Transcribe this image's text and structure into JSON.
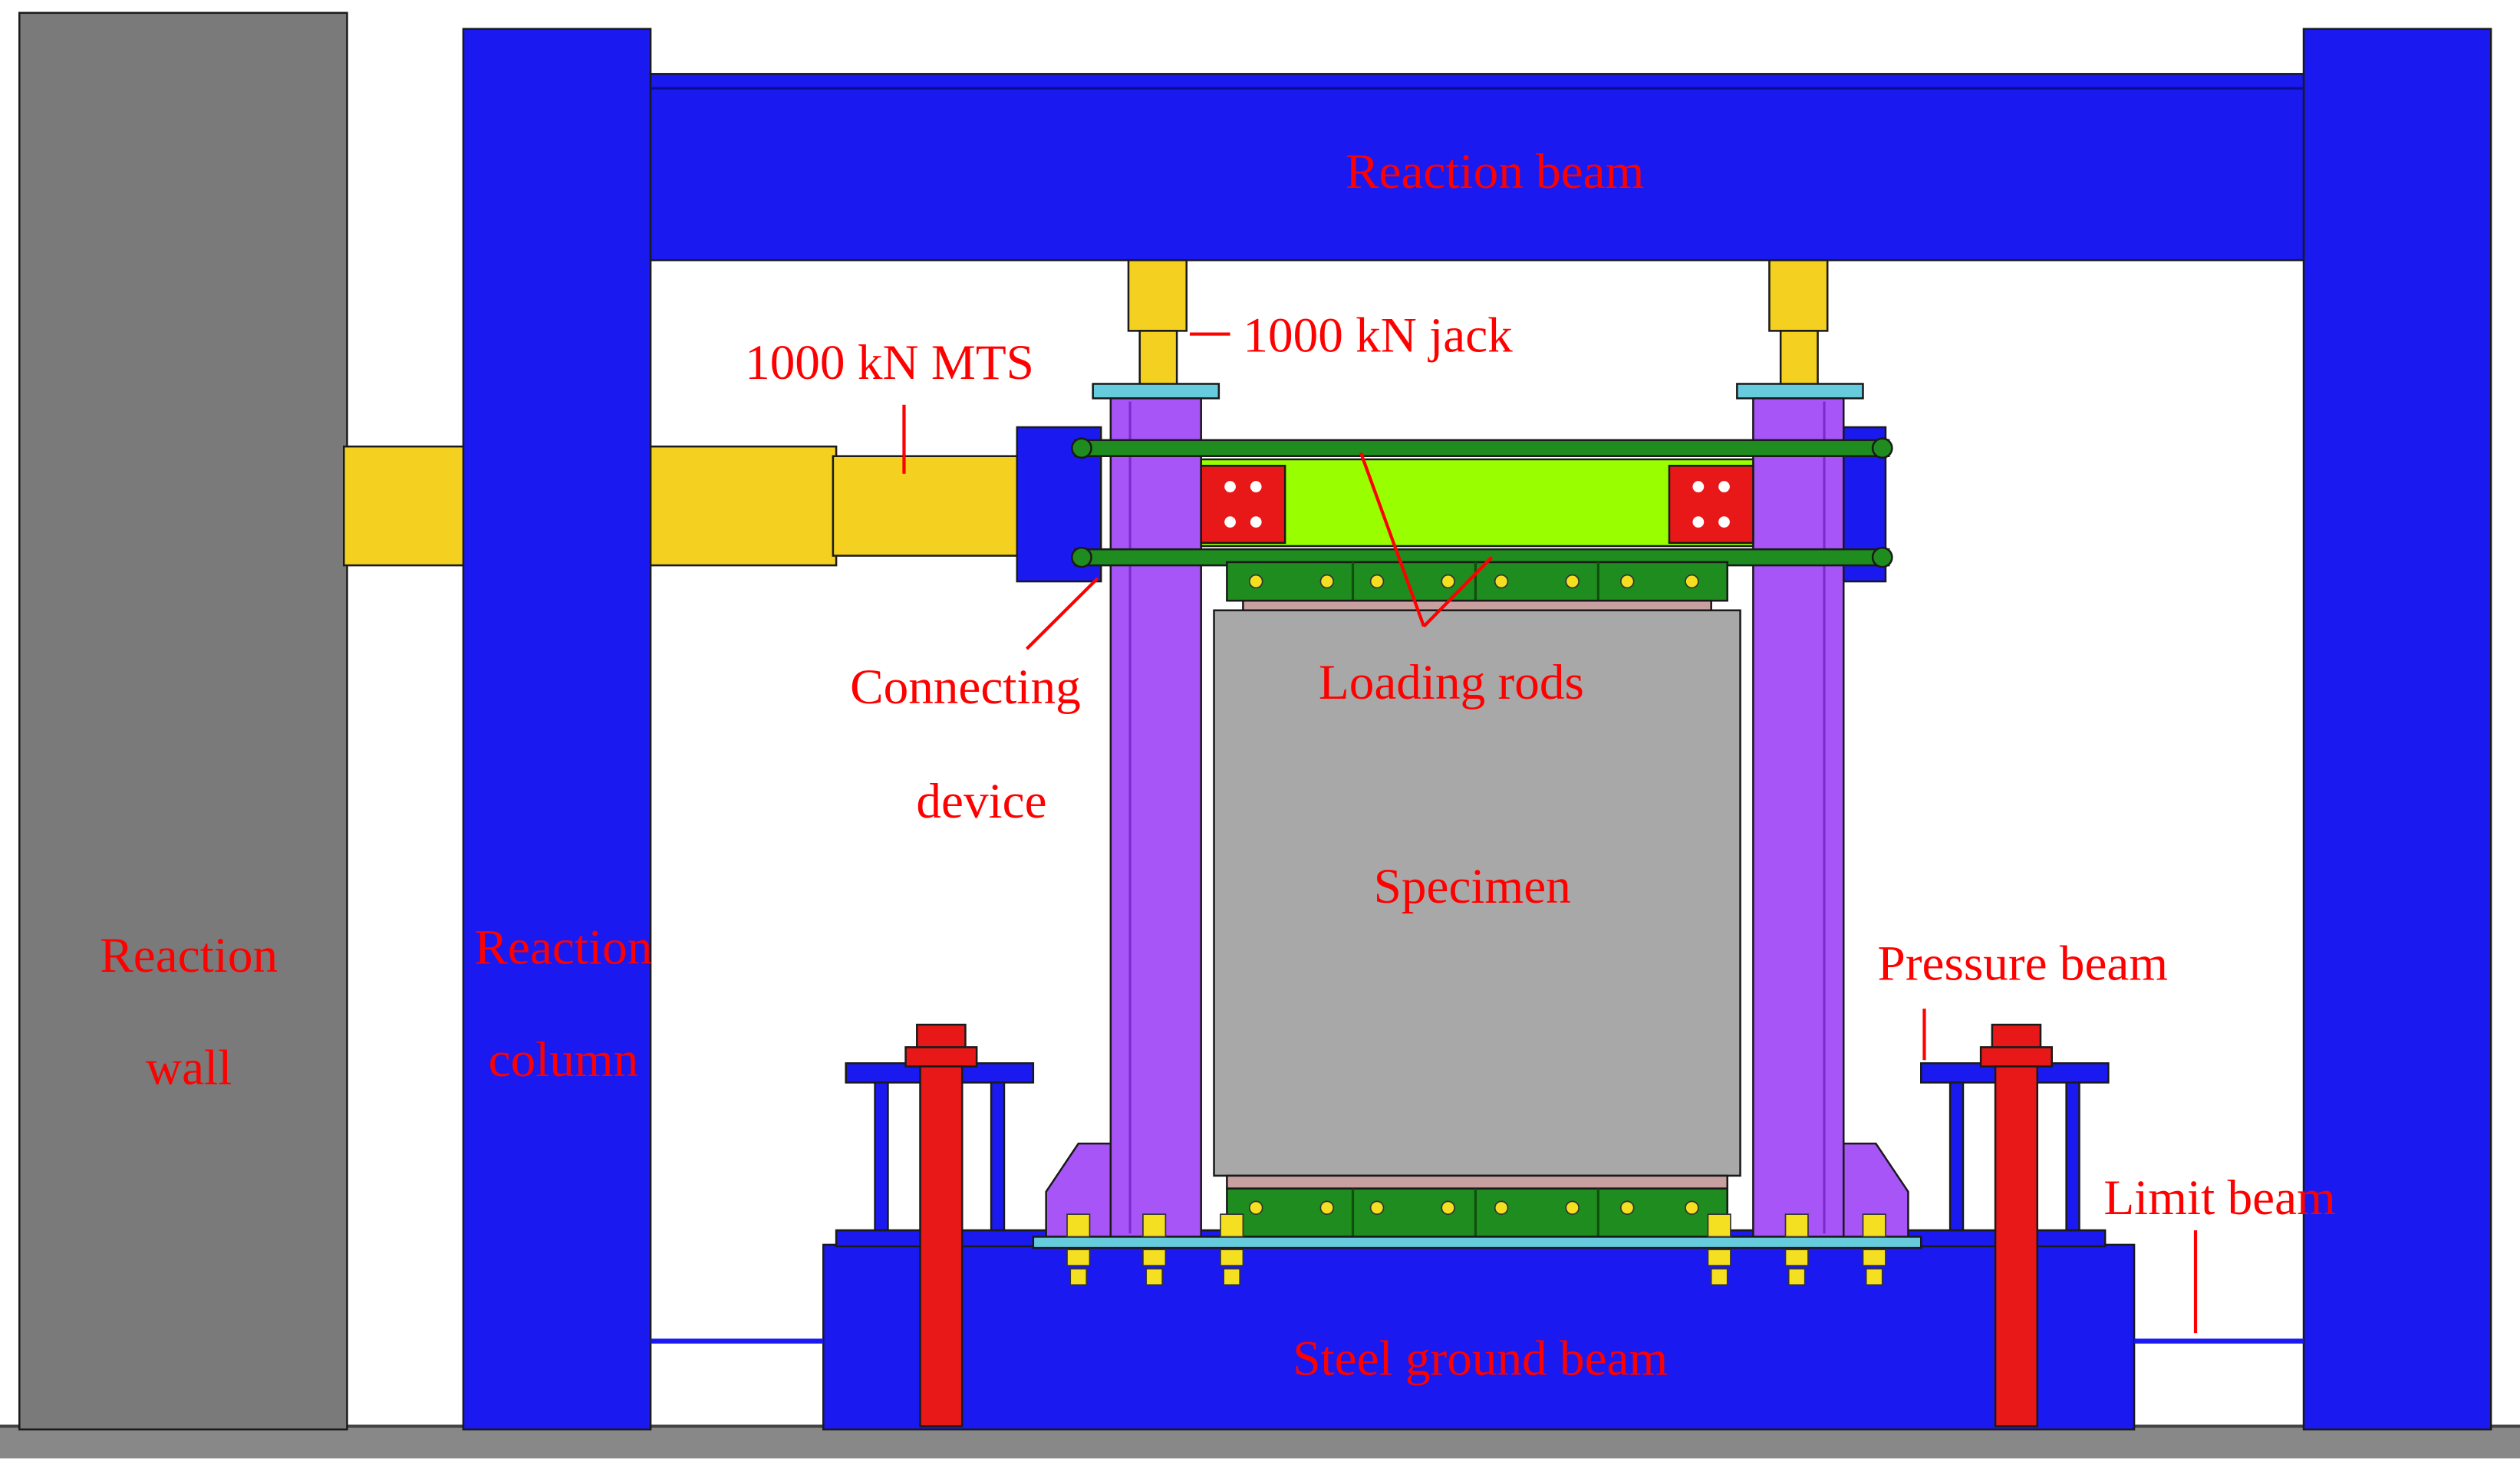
{
  "labels": {
    "reaction_beam": "Reaction beam",
    "jack": "1000 kN jack",
    "mts": "1000 kN MTS",
    "connecting_line1": "Connecting",
    "connecting_line2": "device",
    "loading_rods": "Loading rods",
    "specimen": "Specimen",
    "reaction_wall_line1": "Reaction",
    "reaction_wall_line2": "wall",
    "reaction_column_line1": "Reaction",
    "reaction_column_line2": "column",
    "pressure_beam": "Pressure beam",
    "limit_beam": "Limit beam",
    "steel_ground_beam": "Steel ground beam"
  },
  "colors": {
    "frame_blue": "#1a1af0",
    "wall_gray": "#7a7a7a",
    "actuator_yellow": "#f4d020",
    "column_purple": "#a855f7",
    "beam_green": "#99ff00",
    "rod_green": "#1e8c1e",
    "block_red": "#e81818",
    "specimen_gray": "#a8a8a8",
    "plate_cyan": "#66ccdd",
    "label_red": "#ff0000"
  }
}
